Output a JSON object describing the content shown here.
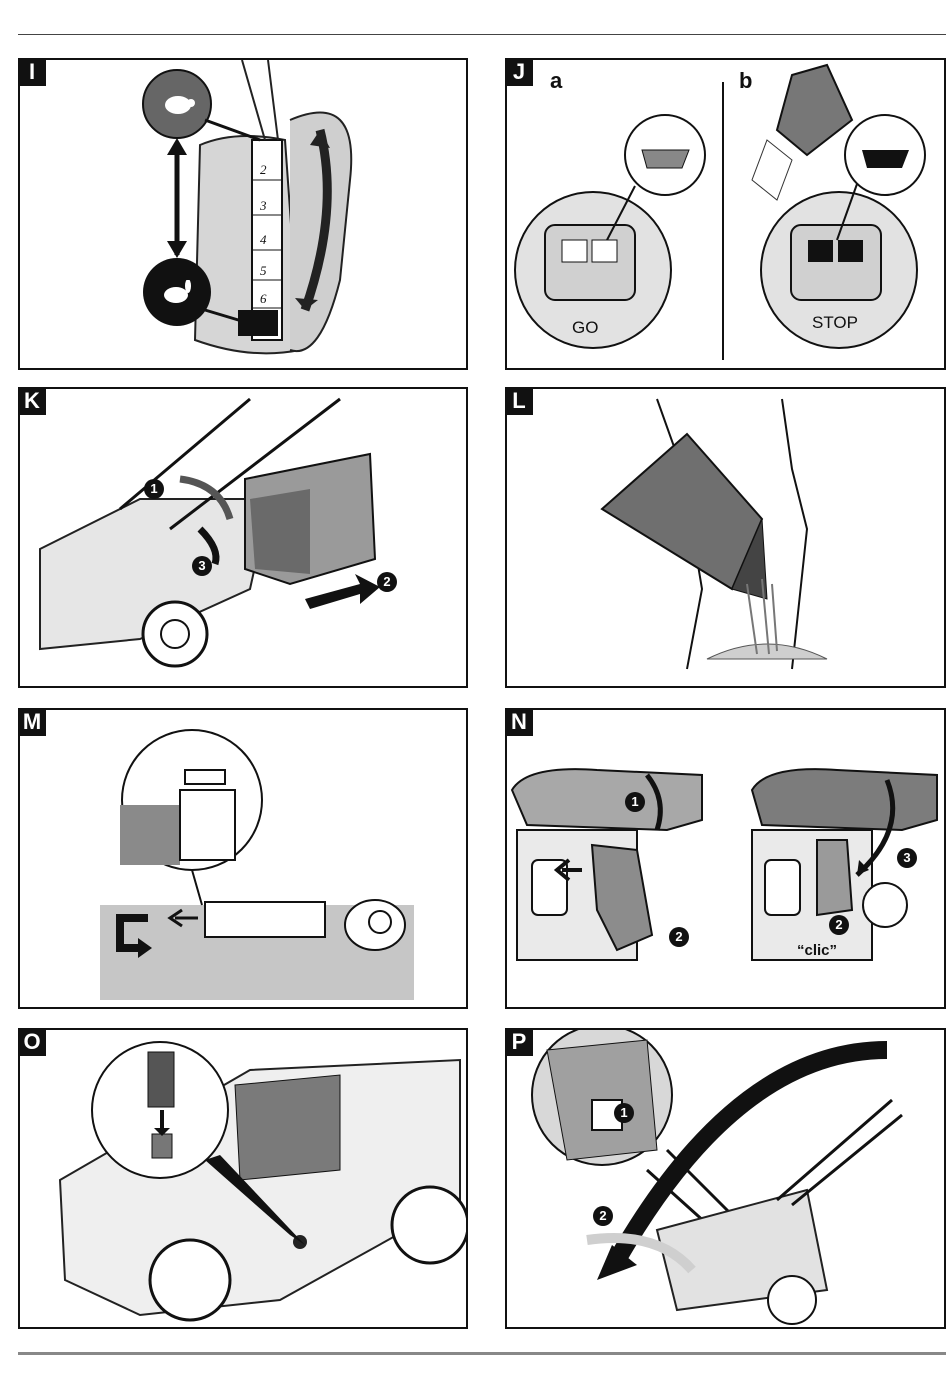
{
  "panels": {
    "I": {
      "tag": "I",
      "scale": [
        "2",
        "3",
        "4",
        "5",
        "6"
      ]
    },
    "J": {
      "tag": "J",
      "sub_a": "a",
      "sub_b": "b",
      "go": "GO",
      "stop": "STOP"
    },
    "K": {
      "tag": "K",
      "n1": "1",
      "n2": "2",
      "n3": "3"
    },
    "L": {
      "tag": "L"
    },
    "M": {
      "tag": "M"
    },
    "N": {
      "tag": "N",
      "n1": "1",
      "n2a": "2",
      "n2b": "2",
      "n3": "3",
      "clic": "“clic”"
    },
    "O": {
      "tag": "O"
    },
    "P": {
      "tag": "P",
      "n1": "1",
      "n2": "2"
    }
  },
  "icons": [
    "turtle-icon",
    "hare-icon",
    "arrow-icon"
  ]
}
